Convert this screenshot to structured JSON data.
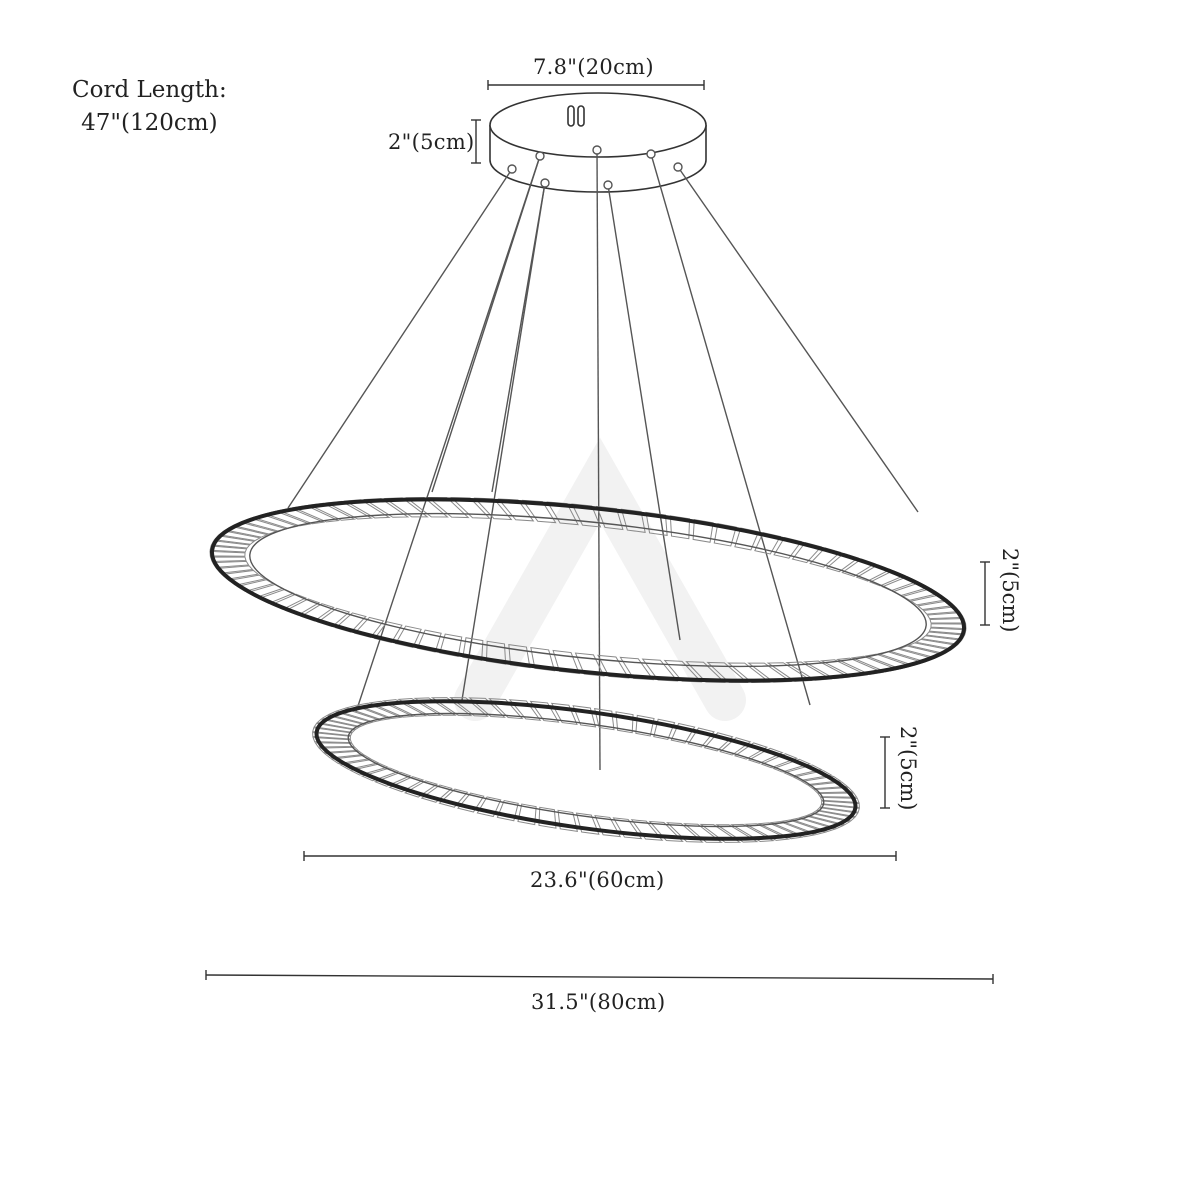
{
  "cord": {
    "title": "Cord Length:",
    "value": "47\"(120cm)"
  },
  "dimensions": {
    "canopy_width": "7.8\"(20cm)",
    "canopy_height": "2\"(5cm)",
    "upper_ring_height": "2\"(5cm)",
    "lower_ring_height": "2\"(5cm)",
    "lower_ring_width": "23.6\"(60cm)",
    "overall_width": "31.5\"(80cm)"
  },
  "colors": {
    "line": "#333333",
    "crystal": "#8a8a8a",
    "ring": "#222222"
  }
}
